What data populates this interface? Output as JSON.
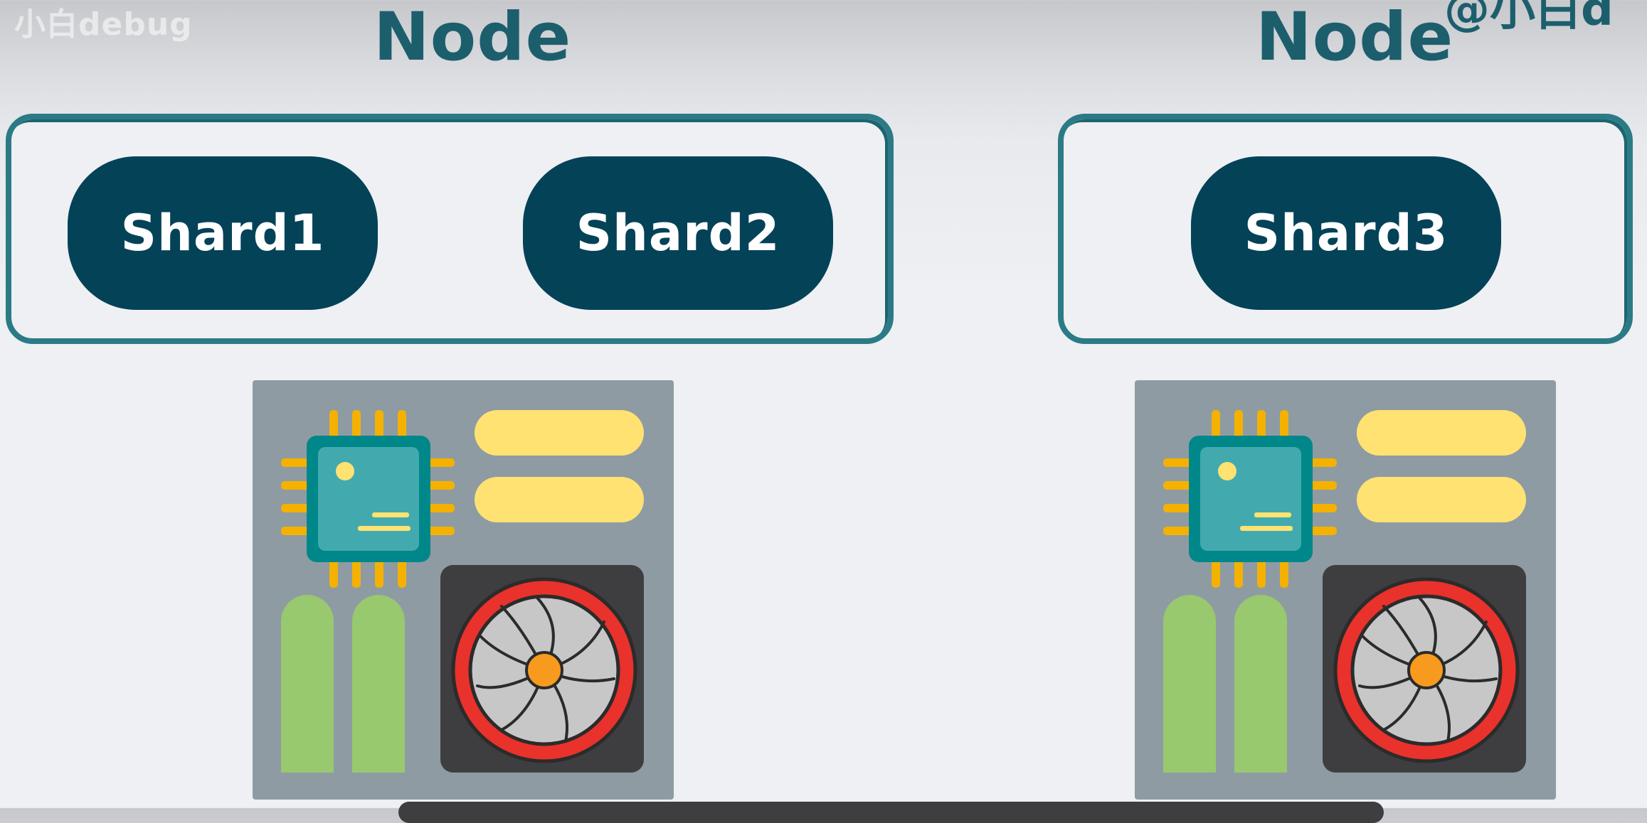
{
  "watermark": {
    "left_text": "小白debug",
    "left_faded": "",
    "right_text": "@小白d"
  },
  "nodes": [
    {
      "title": "Node",
      "shards": [
        "Shard1",
        "Shard2"
      ]
    },
    {
      "title": "Node",
      "shards": [
        "Shard3"
      ]
    }
  ],
  "colors": {
    "title": "#1d5e6d",
    "node_border": "#2b7b86",
    "shard_fill": "#044258",
    "server_body": "#8e9ba3",
    "cpu": "#00878a",
    "pins": "#f5b100",
    "ram": "#ffe272",
    "slots": "#98c96e",
    "fan_ring": "#e8322b",
    "fan_hub": "#f79a1e"
  }
}
